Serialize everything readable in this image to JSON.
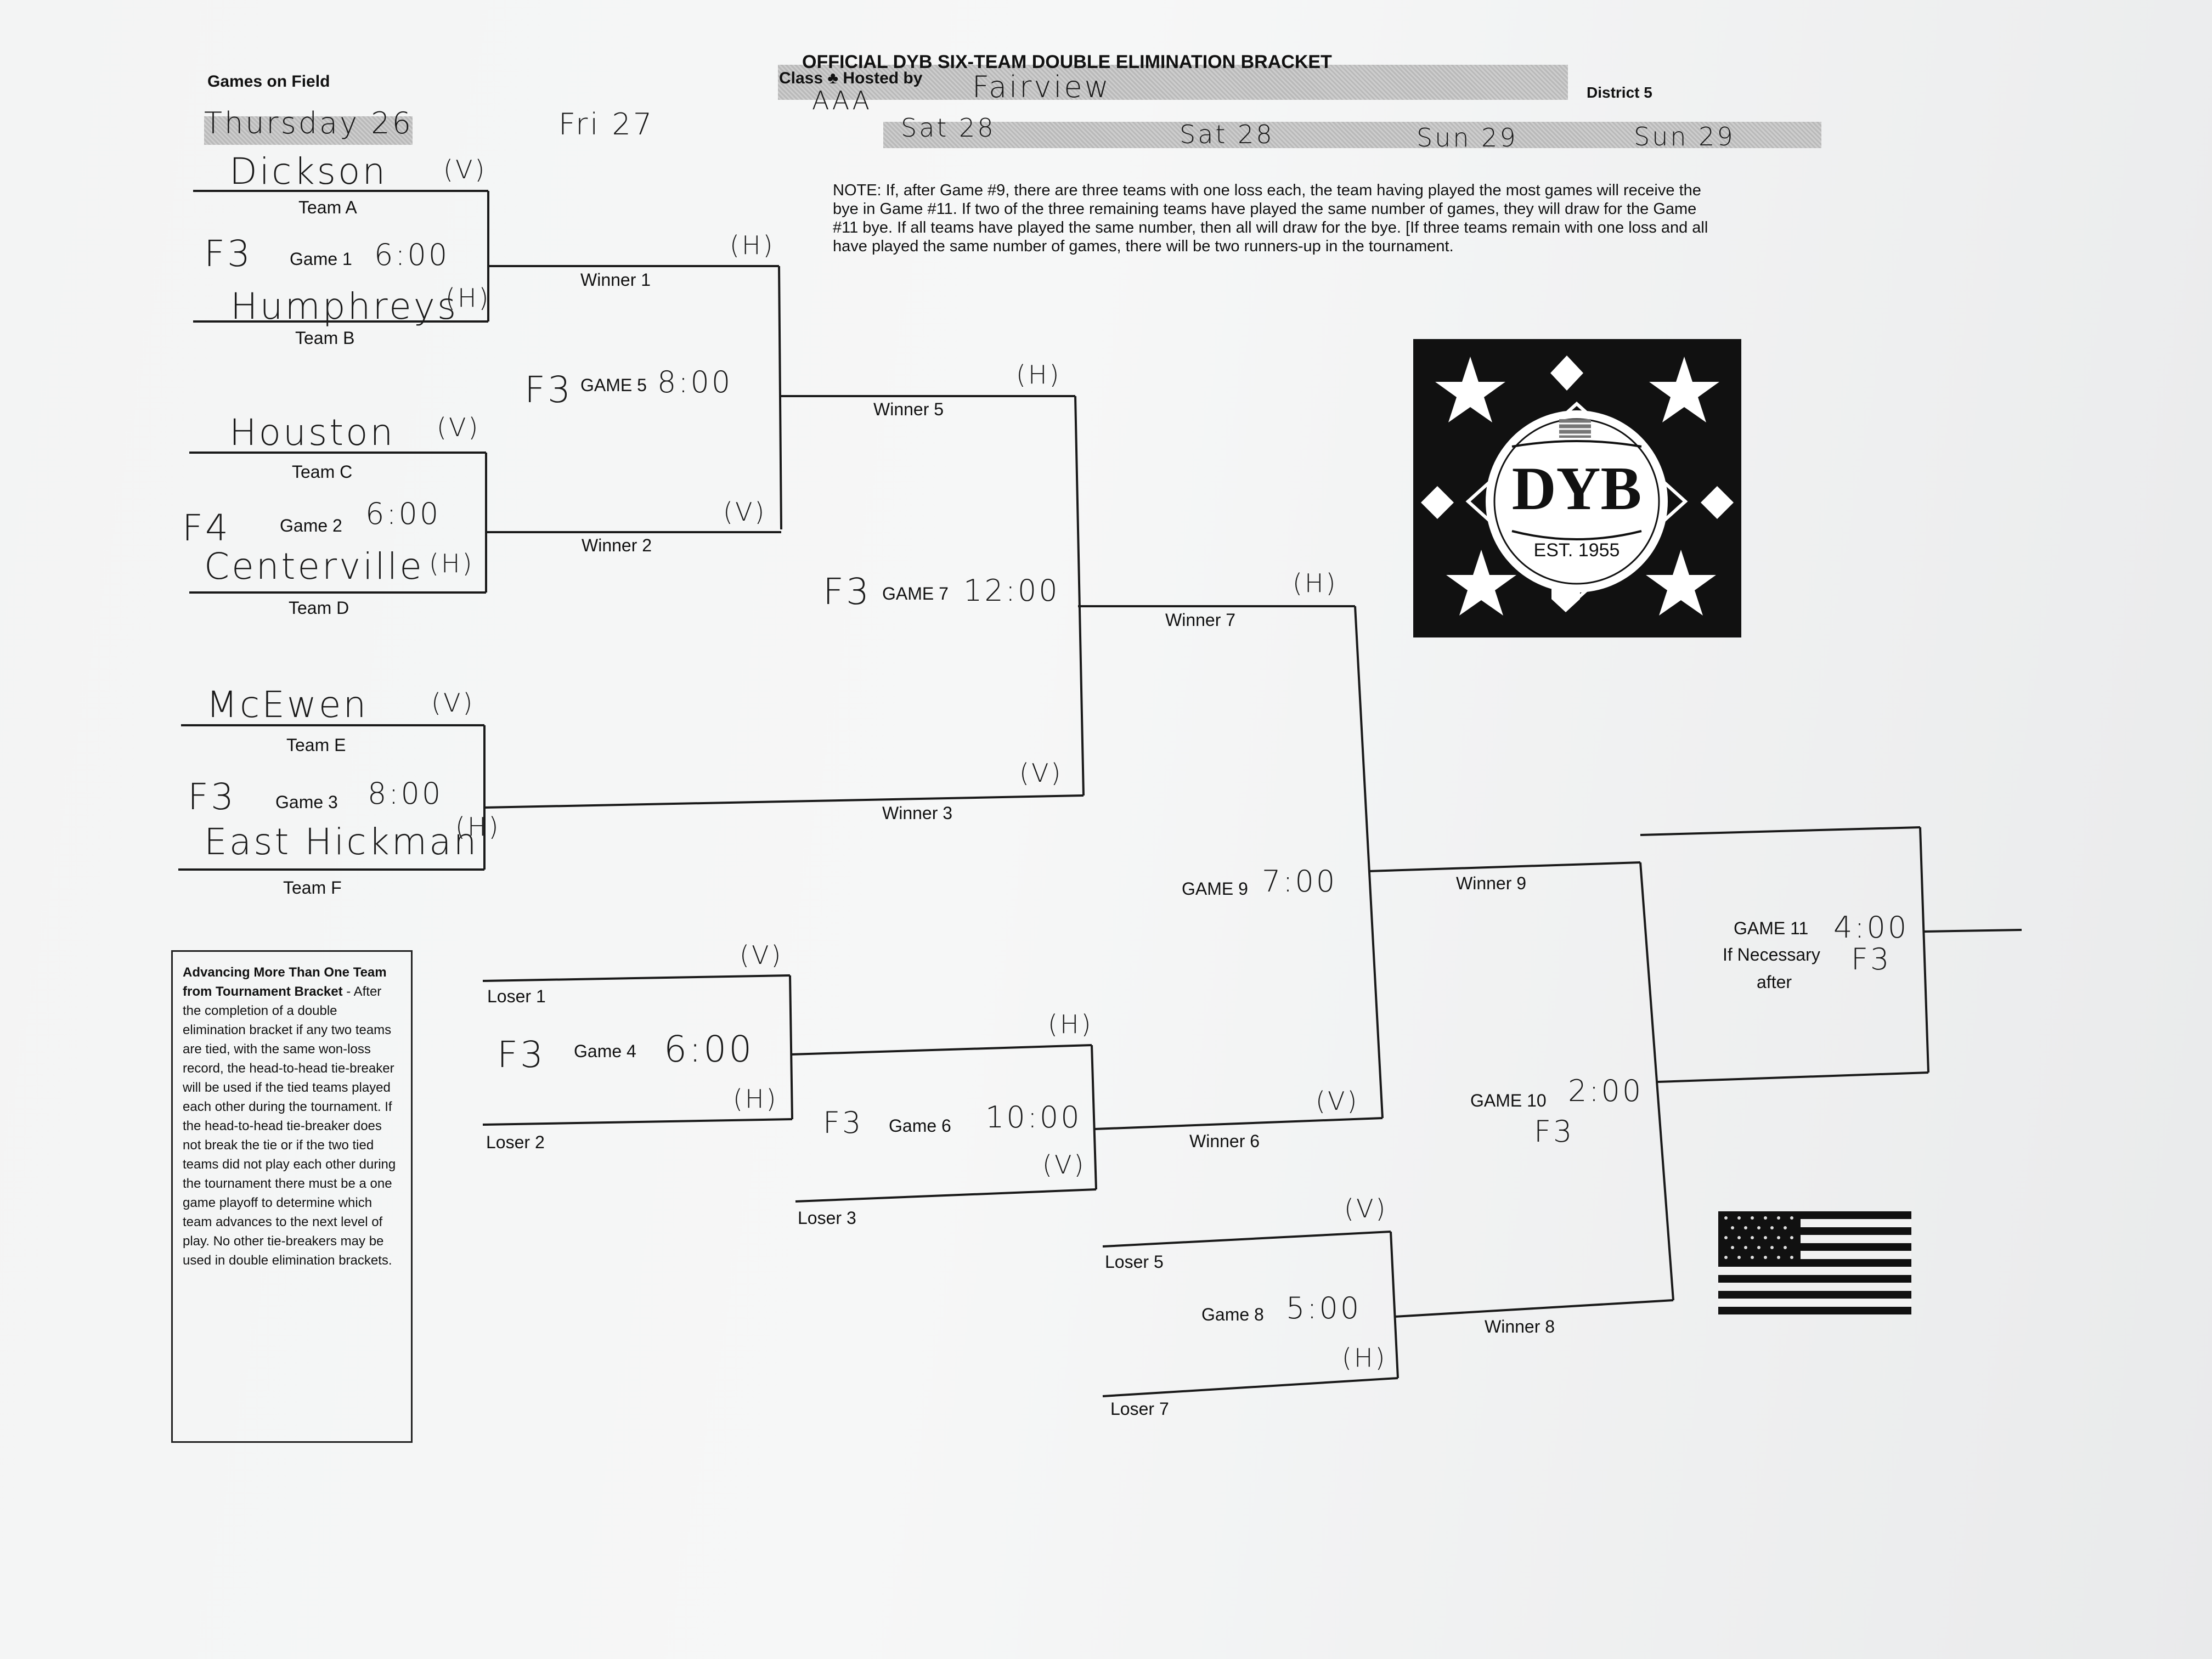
{
  "header": {
    "title": "OFFICIAL DYB SIX-TEAM DOUBLE ELIMINATION BRACKET",
    "games_on_field_label": "Games on Field",
    "class_hosted_label": "Class ♣ Hosted by",
    "class_value": "AAA",
    "host_value": "Fairview",
    "district_label": "District 5",
    "dates": [
      "Thursday 26",
      "Fri 27",
      "Sat 28",
      "Sat 28",
      "Sun 29",
      "Sun 29"
    ]
  },
  "note": "NOTE: If, after Game #9, there are three teams with one loss each, the team having played the most games will receive the bye in Game #11. If two of the three remaining teams have played the same number of games, they will draw for the Game #11 bye. If all teams have played the same number, then all will draw for the bye. [If three teams remain with one loss and all have played the same number of games, there will be two runners-up in the tournament.",
  "teams": [
    {
      "label": "Team A",
      "name": "Dickson",
      "mark": "(V)"
    },
    {
      "label": "Team B",
      "name": "Humphreys",
      "mark": "(H)"
    },
    {
      "label": "Team C",
      "name": "Houston",
      "mark": "(V)"
    },
    {
      "label": "Team D",
      "name": "Centerville",
      "mark": "(H)"
    },
    {
      "label": "Team E",
      "name": "McEwen",
      "mark": "(V)"
    },
    {
      "label": "Team F",
      "name": "East Hickman",
      "mark": "(H)"
    }
  ],
  "games": [
    {
      "label": "Game 1",
      "field": "F3",
      "time": "6:00"
    },
    {
      "label": "Game 2",
      "field": "F4",
      "time": "6:00"
    },
    {
      "label": "Game 3",
      "field": "F3",
      "time": "8:00"
    },
    {
      "label": "Game 4",
      "field": "F3",
      "time": "6:00"
    },
    {
      "label": "GAME 5",
      "field": "F3",
      "time": "8:00"
    },
    {
      "label": "Game 6",
      "field": "F3",
      "time": "10:00"
    },
    {
      "label": "GAME 7",
      "field": "F3",
      "time": "12:00"
    },
    {
      "label": "Game 8",
      "field": "",
      "time": "5:00"
    },
    {
      "label": "GAME 9",
      "field": "",
      "time": "7:00"
    },
    {
      "label": "GAME 10",
      "field": "F3",
      "time": "2:00"
    },
    {
      "label": "GAME 11",
      "field": "F3",
      "time": "4:00",
      "sub1": "If Necessary",
      "sub2": "after"
    }
  ],
  "slots": {
    "winner1": "Winner 1",
    "winner2": "Winner 2",
    "winner3": "Winner 3",
    "winner5": "Winner 5",
    "winner6": "Winner 6",
    "winner7": "Winner 7",
    "winner8": "Winner 8",
    "winner9": "Winner 9",
    "loser1": "Loser 1",
    "loser2": "Loser 2",
    "loser3": "Loser 3",
    "loser5": "Loser 5",
    "loser7": "Loser 7"
  },
  "home_visitor": {
    "w1": "(H)",
    "w2": "(V)",
    "w5": "(H)",
    "w3": "(V)",
    "w7": "(H)",
    "w6": "(V)",
    "l1": "(V)",
    "l2": "(H)",
    "w4": "(H)",
    "l3": "(V)",
    "l5": "(V)",
    "l7": "(H)"
  },
  "rule": {
    "heading": "Advancing More Than One Team from Tournament Bracket",
    "body": " - After the completion of a double elimination bracket if any two teams are tied, with the same won-loss record, the head-to-head tie-breaker will be used if the tied teams played each other during the tournament. If the head-to-head tie-breaker does not break the tie or if the two tied teams did not play each other during the tournament there must be a one game playoff to determine which team advances to the next level of play. No other tie-breakers may be used in double elimination brackets."
  },
  "logo": {
    "text": "DYB",
    "est": "EST. 1955"
  }
}
